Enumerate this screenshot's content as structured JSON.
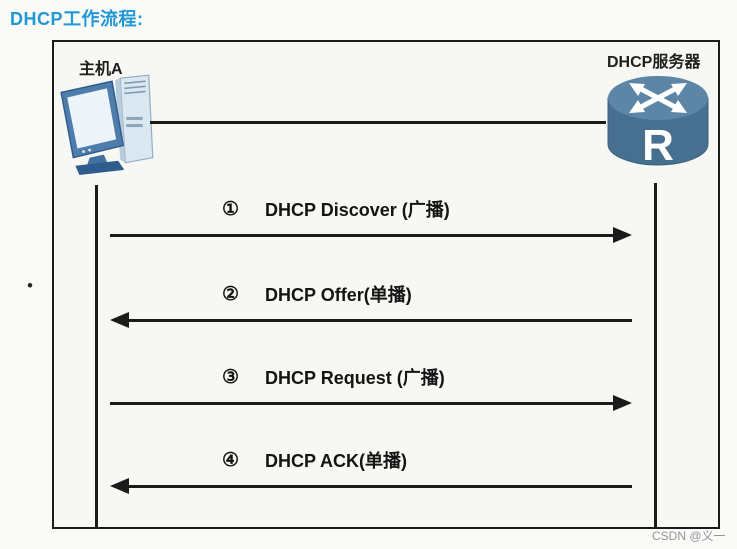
{
  "title": "DHCP工作流程:",
  "bullet_marker": "•",
  "watermark": "CSDN @义一",
  "diagram": {
    "host_label": "主机A",
    "server_label": "DHCP服务器",
    "messages": [
      {
        "num": "①",
        "label": "DHCP Discover (广播)",
        "direction": "right"
      },
      {
        "num": "②",
        "label": "DHCP Offer(单播)",
        "direction": "left"
      },
      {
        "num": "③",
        "label": "DHCP Request (广播)",
        "direction": "right"
      },
      {
        "num": "④",
        "label": "DHCP ACK(单播)",
        "direction": "left"
      }
    ]
  },
  "colors": {
    "title": "#2098d5",
    "line": "#1b1b1b",
    "page_bg": "#fafaf7",
    "box_bg": "#f7f8f4",
    "router_top": "#5d85a6",
    "router_body": "#476f90",
    "watermark": "#8e979b"
  }
}
